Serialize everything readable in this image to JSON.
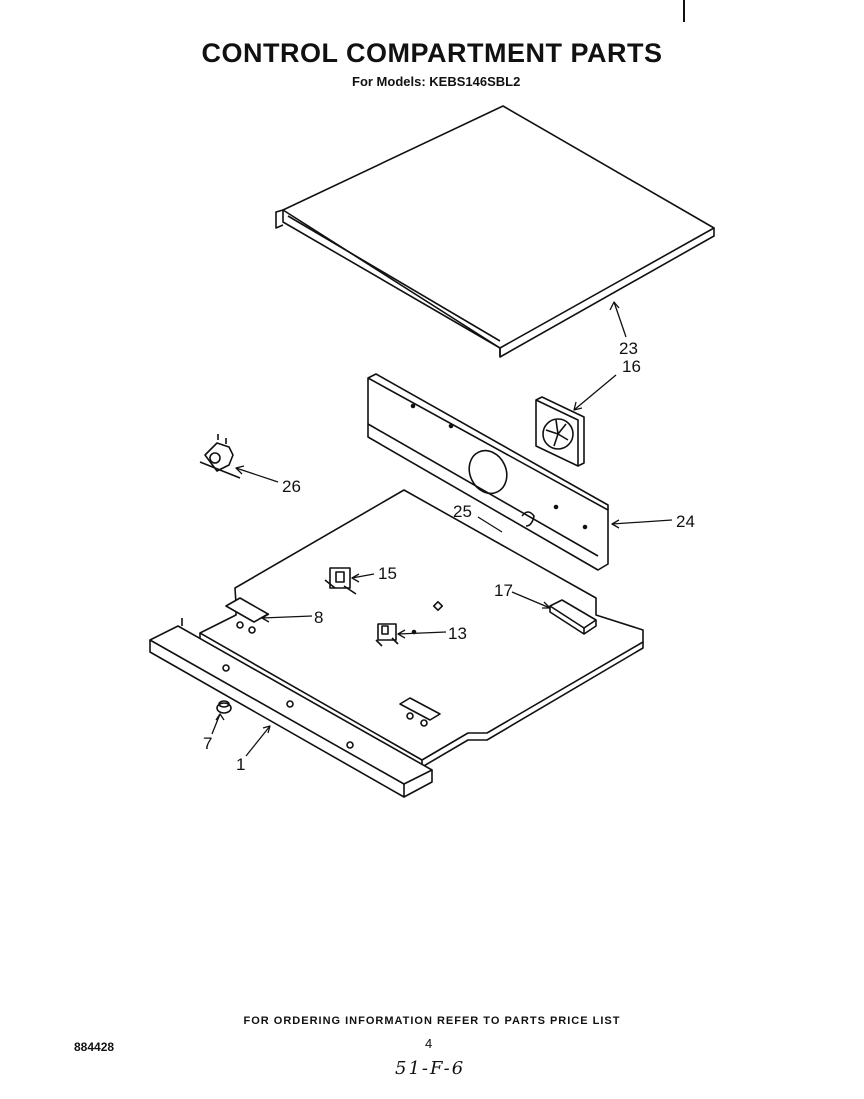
{
  "header": {
    "title": "CONTROL COMPARTMENT PARTS",
    "subtitle": "For Models: KEBS146SBL2"
  },
  "callouts": {
    "c23": "23",
    "c16": "16",
    "c26": "26",
    "c25": "25",
    "c24": "24",
    "c15": "15",
    "c17": "17",
    "c8": "8",
    "c13": "13",
    "c7": "7",
    "c1": "1"
  },
  "footer": {
    "ordering_note": "FOR ORDERING INFORMATION REFER TO PARTS PRICE LIST",
    "doc_number": "884428",
    "page_number": "4",
    "handwritten_note": "51-F-6"
  }
}
